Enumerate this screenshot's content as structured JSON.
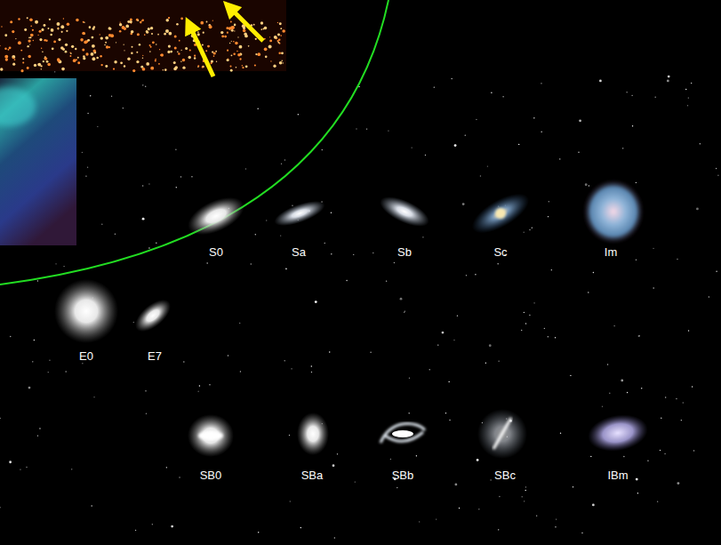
{
  "diagram": {
    "labels": [
      "S0",
      "Sa",
      "Sb",
      "Sc",
      "Im",
      "E0",
      "E7",
      "SB0",
      "SBa",
      "SBb",
      "SBc",
      "IBm"
    ]
  }
}
